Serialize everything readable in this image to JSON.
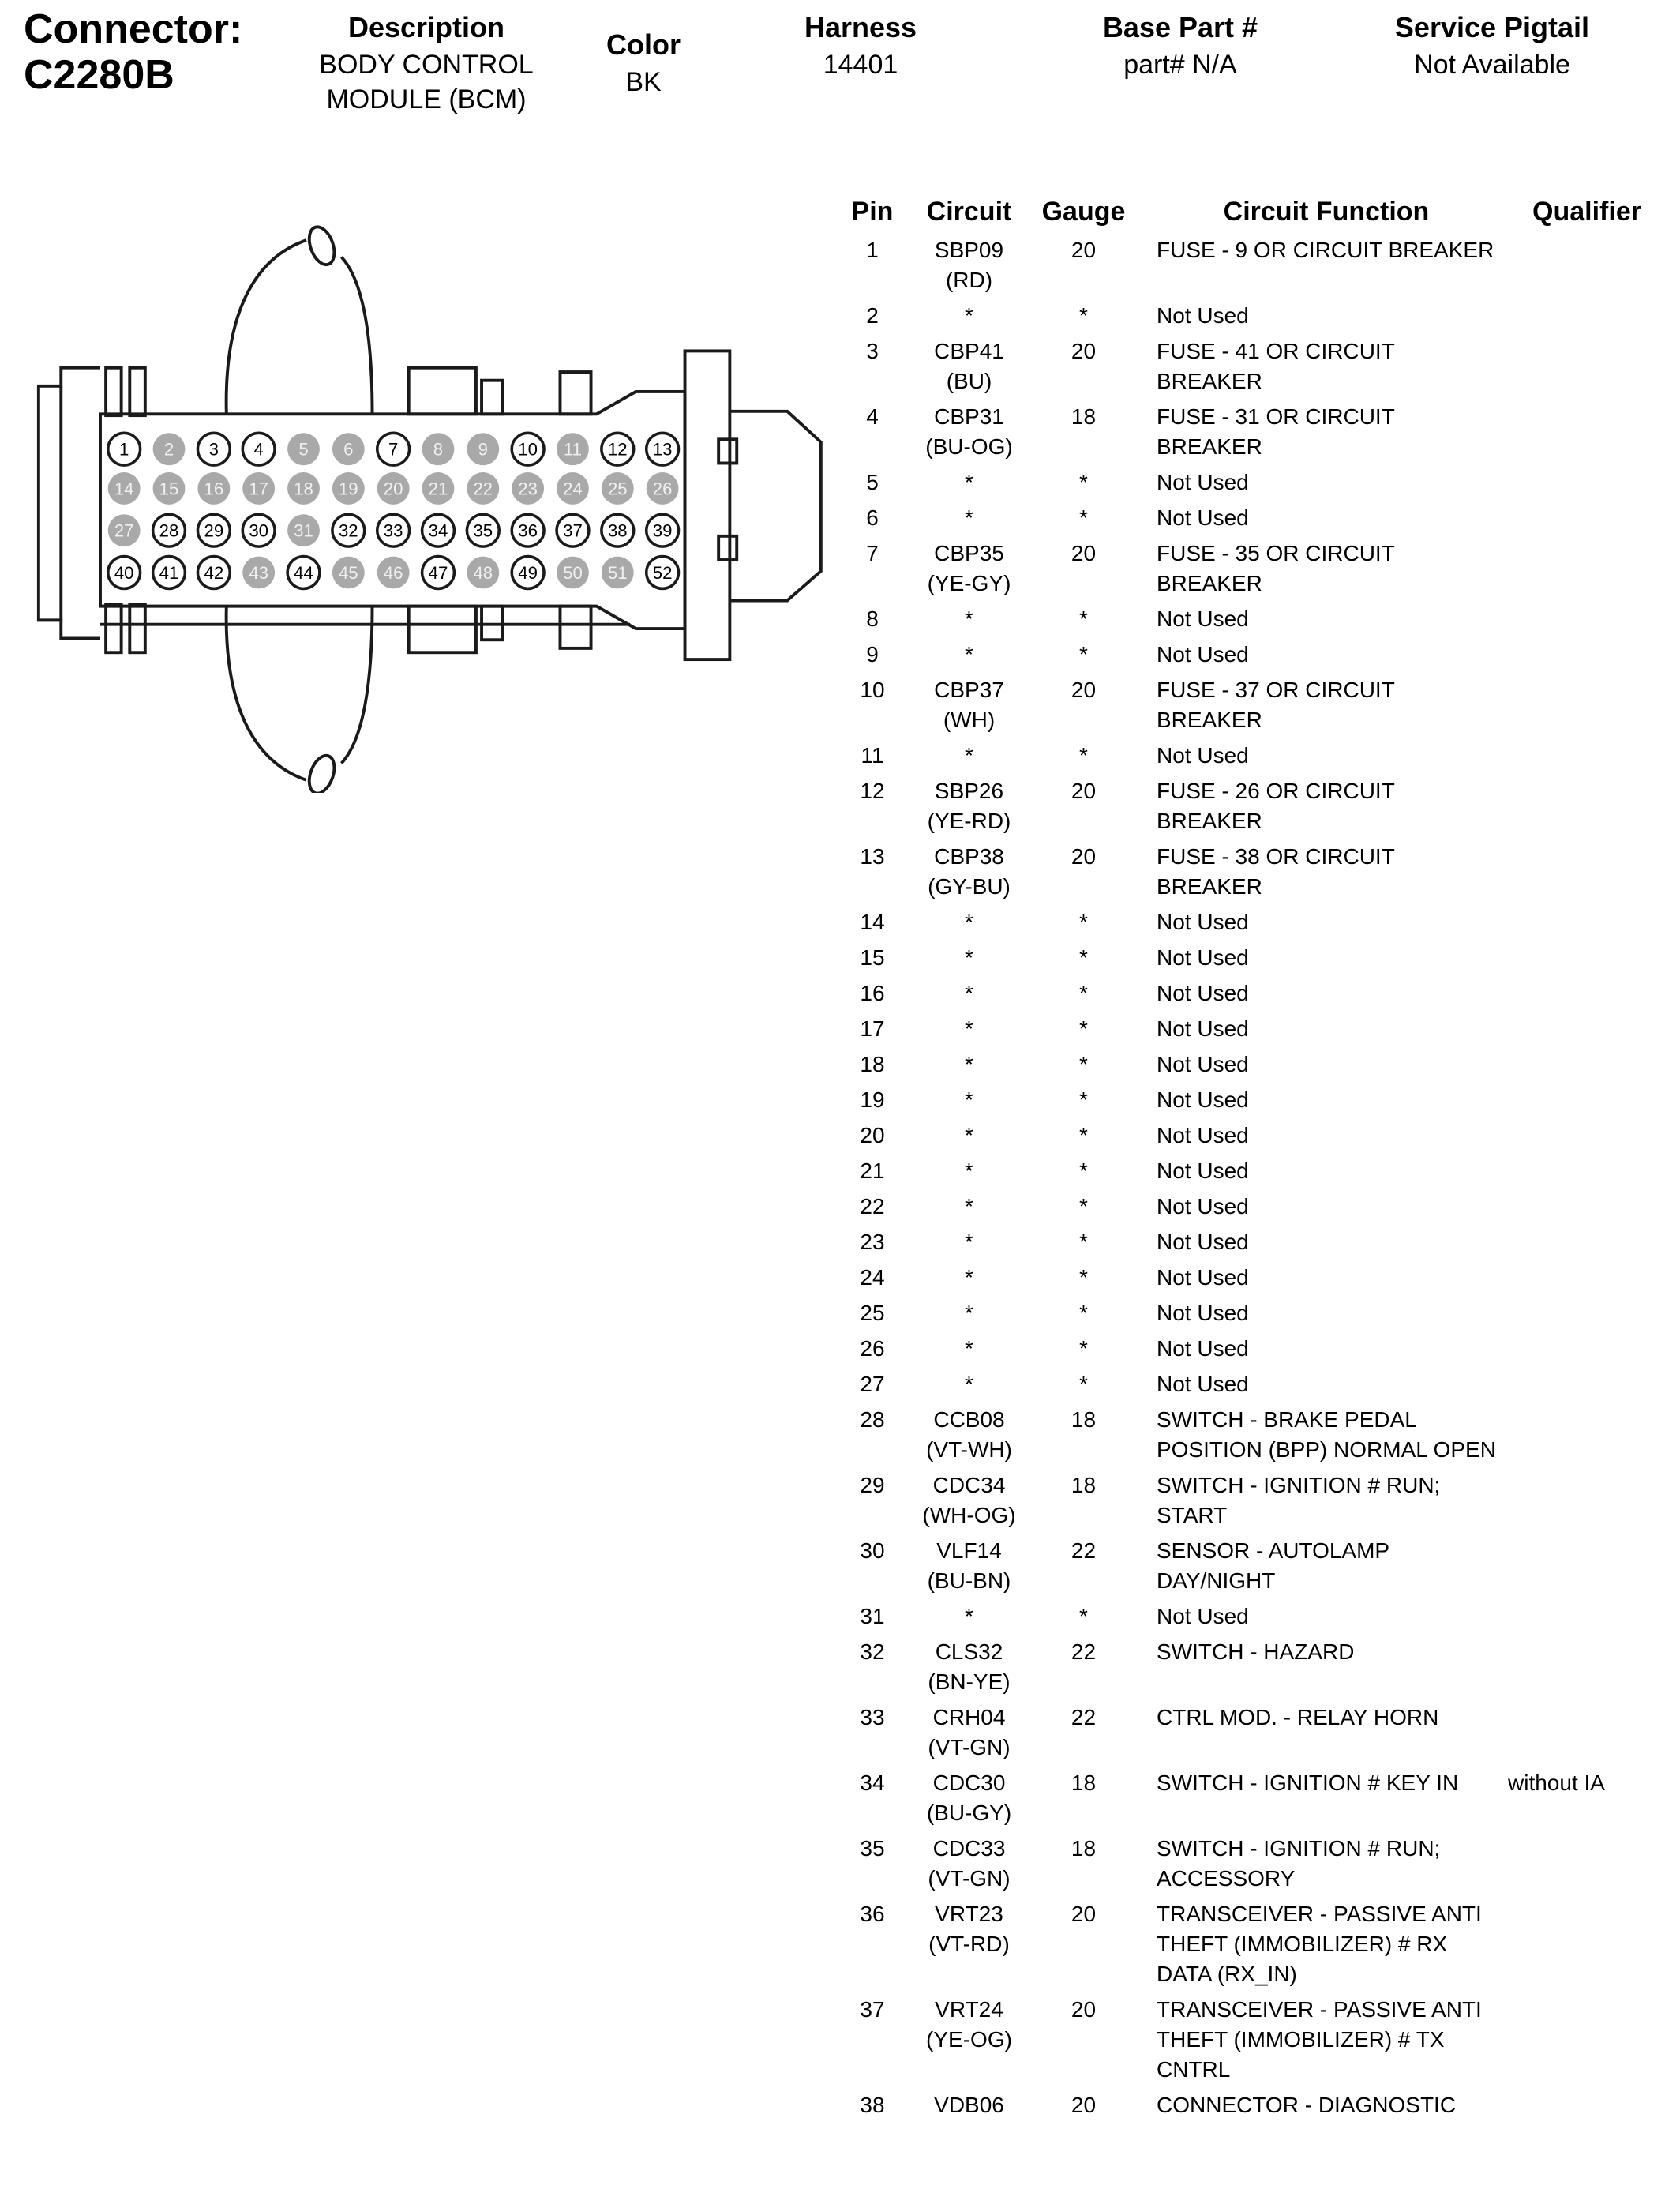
{
  "header": {
    "connector_label": "Connector:",
    "connector_id": "C2280B",
    "columns": [
      {
        "label": "Description",
        "value": "BODY CONTROL MODULE (BCM)"
      },
      {
        "label": "Color",
        "value": "BK"
      },
      {
        "label": "Harness",
        "value": "14401"
      },
      {
        "label": "Base Part #",
        "value": "part# N/A"
      },
      {
        "label": "Service Pigtail",
        "value": "Not Available"
      }
    ]
  },
  "diagram": {
    "rows": 4,
    "cols": 13,
    "total_pins": 52,
    "used_pins": [
      1,
      3,
      4,
      7,
      10,
      12,
      13,
      28,
      29,
      30,
      32,
      33,
      34,
      35,
      36,
      37,
      38,
      39,
      40,
      41,
      42,
      44,
      47,
      49,
      52
    ],
    "unused_fill": "#a9a9a9",
    "outline_color": "#1a1a1a"
  },
  "table": {
    "headers": [
      "Pin",
      "Circuit",
      "Gauge",
      "Circuit Function",
      "Qualifier"
    ],
    "rows": [
      {
        "pin": "1",
        "circuit": "SBP09",
        "color": "(RD)",
        "gauge": "20",
        "fn": "FUSE - 9 OR CIRCUIT BREAKER",
        "q": ""
      },
      {
        "pin": "2",
        "circuit": "*",
        "color": "",
        "gauge": "*",
        "fn": "Not Used",
        "q": ""
      },
      {
        "pin": "3",
        "circuit": "CBP41",
        "color": "(BU)",
        "gauge": "20",
        "fn": "FUSE - 41 OR CIRCUIT BREAKER",
        "q": ""
      },
      {
        "pin": "4",
        "circuit": "CBP31",
        "color": "(BU-OG)",
        "gauge": "18",
        "fn": "FUSE - 31 OR CIRCUIT BREAKER",
        "q": ""
      },
      {
        "pin": "5",
        "circuit": "*",
        "color": "",
        "gauge": "*",
        "fn": "Not Used",
        "q": ""
      },
      {
        "pin": "6",
        "circuit": "*",
        "color": "",
        "gauge": "*",
        "fn": "Not Used",
        "q": ""
      },
      {
        "pin": "7",
        "circuit": "CBP35",
        "color": "(YE-GY)",
        "gauge": "20",
        "fn": "FUSE - 35 OR CIRCUIT BREAKER",
        "q": ""
      },
      {
        "pin": "8",
        "circuit": "*",
        "color": "",
        "gauge": "*",
        "fn": "Not Used",
        "q": ""
      },
      {
        "pin": "9",
        "circuit": "*",
        "color": "",
        "gauge": "*",
        "fn": "Not Used",
        "q": ""
      },
      {
        "pin": "10",
        "circuit": "CBP37",
        "color": "(WH)",
        "gauge": "20",
        "fn": "FUSE - 37 OR CIRCUIT BREAKER",
        "q": ""
      },
      {
        "pin": "11",
        "circuit": "*",
        "color": "",
        "gauge": "*",
        "fn": "Not Used",
        "q": ""
      },
      {
        "pin": "12",
        "circuit": "SBP26",
        "color": "(YE-RD)",
        "gauge": "20",
        "fn": "FUSE - 26 OR CIRCUIT BREAKER",
        "q": ""
      },
      {
        "pin": "13",
        "circuit": "CBP38",
        "color": "(GY-BU)",
        "gauge": "20",
        "fn": "FUSE - 38 OR CIRCUIT BREAKER",
        "q": ""
      },
      {
        "pin": "14",
        "circuit": "*",
        "color": "",
        "gauge": "*",
        "fn": "Not Used",
        "q": ""
      },
      {
        "pin": "15",
        "circuit": "*",
        "color": "",
        "gauge": "*",
        "fn": "Not Used",
        "q": ""
      },
      {
        "pin": "16",
        "circuit": "*",
        "color": "",
        "gauge": "*",
        "fn": "Not Used",
        "q": ""
      },
      {
        "pin": "17",
        "circuit": "*",
        "color": "",
        "gauge": "*",
        "fn": "Not Used",
        "q": ""
      },
      {
        "pin": "18",
        "circuit": "*",
        "color": "",
        "gauge": "*",
        "fn": "Not Used",
        "q": ""
      },
      {
        "pin": "19",
        "circuit": "*",
        "color": "",
        "gauge": "*",
        "fn": "Not Used",
        "q": ""
      },
      {
        "pin": "20",
        "circuit": "*",
        "color": "",
        "gauge": "*",
        "fn": "Not Used",
        "q": ""
      },
      {
        "pin": "21",
        "circuit": "*",
        "color": "",
        "gauge": "*",
        "fn": "Not Used",
        "q": ""
      },
      {
        "pin": "22",
        "circuit": "*",
        "color": "",
        "gauge": "*",
        "fn": "Not Used",
        "q": ""
      },
      {
        "pin": "23",
        "circuit": "*",
        "color": "",
        "gauge": "*",
        "fn": "Not Used",
        "q": ""
      },
      {
        "pin": "24",
        "circuit": "*",
        "color": "",
        "gauge": "*",
        "fn": "Not Used",
        "q": ""
      },
      {
        "pin": "25",
        "circuit": "*",
        "color": "",
        "gauge": "*",
        "fn": "Not Used",
        "q": ""
      },
      {
        "pin": "26",
        "circuit": "*",
        "color": "",
        "gauge": "*",
        "fn": "Not Used",
        "q": ""
      },
      {
        "pin": "27",
        "circuit": "*",
        "color": "",
        "gauge": "*",
        "fn": "Not Used",
        "q": ""
      },
      {
        "pin": "28",
        "circuit": "CCB08",
        "color": "(VT-WH)",
        "gauge": "18",
        "fn": "SWITCH - BRAKE PEDAL POSITION (BPP) NORMAL OPEN",
        "q": ""
      },
      {
        "pin": "29",
        "circuit": "CDC34",
        "color": "(WH-OG)",
        "gauge": "18",
        "fn": "SWITCH - IGNITION # RUN; START",
        "q": ""
      },
      {
        "pin": "30",
        "circuit": "VLF14",
        "color": "(BU-BN)",
        "gauge": "22",
        "fn": "SENSOR - AUTOLAMP DAY/NIGHT",
        "q": ""
      },
      {
        "pin": "31",
        "circuit": "*",
        "color": "",
        "gauge": "*",
        "fn": "Not Used",
        "q": ""
      },
      {
        "pin": "32",
        "circuit": "CLS32",
        "color": "(BN-YE)",
        "gauge": "22",
        "fn": "SWITCH - HAZARD",
        "q": ""
      },
      {
        "pin": "33",
        "circuit": "CRH04",
        "color": "(VT-GN)",
        "gauge": "22",
        "fn": "CTRL MOD. - RELAY HORN",
        "q": ""
      },
      {
        "pin": "34",
        "circuit": "CDC30",
        "color": "(BU-GY)",
        "gauge": "18",
        "fn": "SWITCH - IGNITION # KEY IN",
        "q": "without IA"
      },
      {
        "pin": "35",
        "circuit": "CDC33",
        "color": "(VT-GN)",
        "gauge": "18",
        "fn": "SWITCH - IGNITION # RUN; ACCESSORY",
        "q": ""
      },
      {
        "pin": "36",
        "circuit": "VRT23",
        "color": "(VT-RD)",
        "gauge": "20",
        "fn": "TRANSCEIVER - PASSIVE ANTI THEFT (IMMOBILIZER) # RX DATA (RX_IN)",
        "q": ""
      },
      {
        "pin": "37",
        "circuit": "VRT24",
        "color": "(YE-OG)",
        "gauge": "20",
        "fn": "TRANSCEIVER - PASSIVE ANTI THEFT (IMMOBILIZER) # TX CNTRL",
        "q": ""
      },
      {
        "pin": "38",
        "circuit": "VDB06",
        "color": "",
        "gauge": "20",
        "fn": "CONNECTOR - DIAGNOSTIC",
        "q": ""
      }
    ]
  }
}
